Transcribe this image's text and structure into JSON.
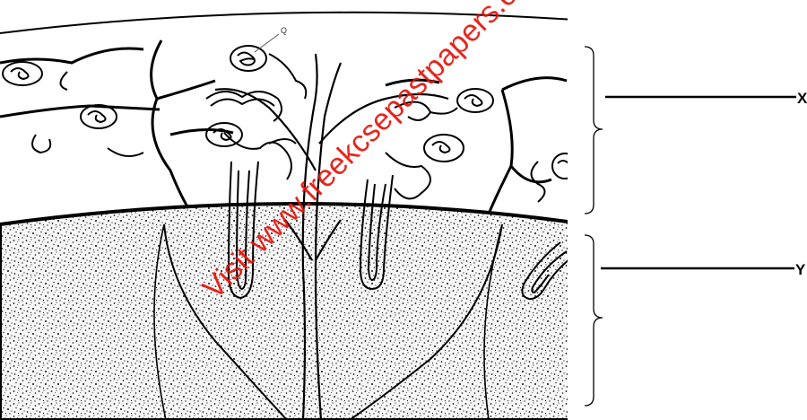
{
  "labels": {
    "q": "Q",
    "x": "X",
    "y": "Y"
  },
  "watermark": "Visit www.freekcsepastpapers.com",
  "colors": {
    "ink": "#000000",
    "stipple_bg": "#f6f6f6",
    "watermark": "#e3140b"
  }
}
